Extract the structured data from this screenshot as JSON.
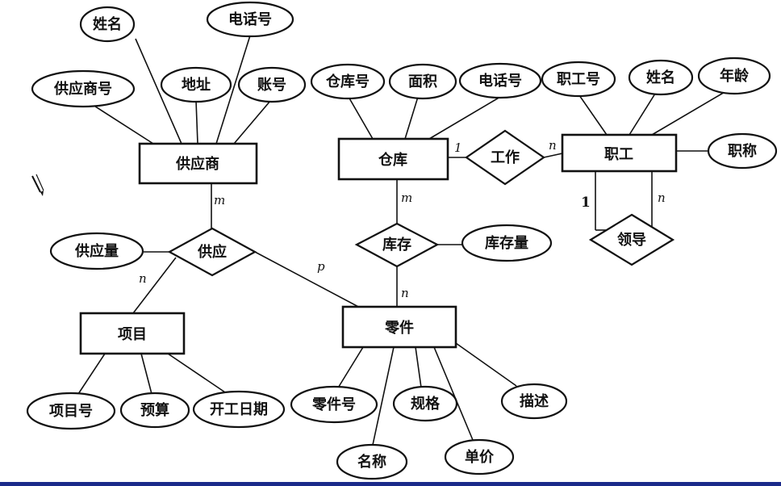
{
  "entities": {
    "supplier": "供应商",
    "warehouse": "仓库",
    "employee": "职工",
    "project": "项目",
    "part": "零件"
  },
  "relationships": {
    "work": "工作",
    "lead": "领导",
    "supply": "供应",
    "stock": "库存"
  },
  "attributes": {
    "supplier_name": "姓名",
    "supplier_phone": "电话号",
    "supplier_id": "供应商号",
    "supplier_address": "地址",
    "supplier_account": "账号",
    "warehouse_id": "仓库号",
    "warehouse_area": "面积",
    "warehouse_phone": "电话号",
    "employee_id": "职工号",
    "employee_name": "姓名",
    "employee_age": "年龄",
    "employee_title": "职称",
    "supply_quantity": "供应量",
    "stock_quantity": "库存量",
    "project_id": "项目号",
    "project_budget": "预算",
    "project_start": "开工日期",
    "part_id": "零件号",
    "part_spec": "规格",
    "part_desc": "描述",
    "part_name": "名称",
    "part_price": "单价"
  },
  "cardinalities": {
    "supplier_supply": "m",
    "project_supply": "n",
    "part_supply": "p",
    "warehouse_stock": "m",
    "part_stock": "n",
    "warehouse_work": "1",
    "employee_work": "n",
    "lead_one": "1",
    "lead_many": "n"
  }
}
